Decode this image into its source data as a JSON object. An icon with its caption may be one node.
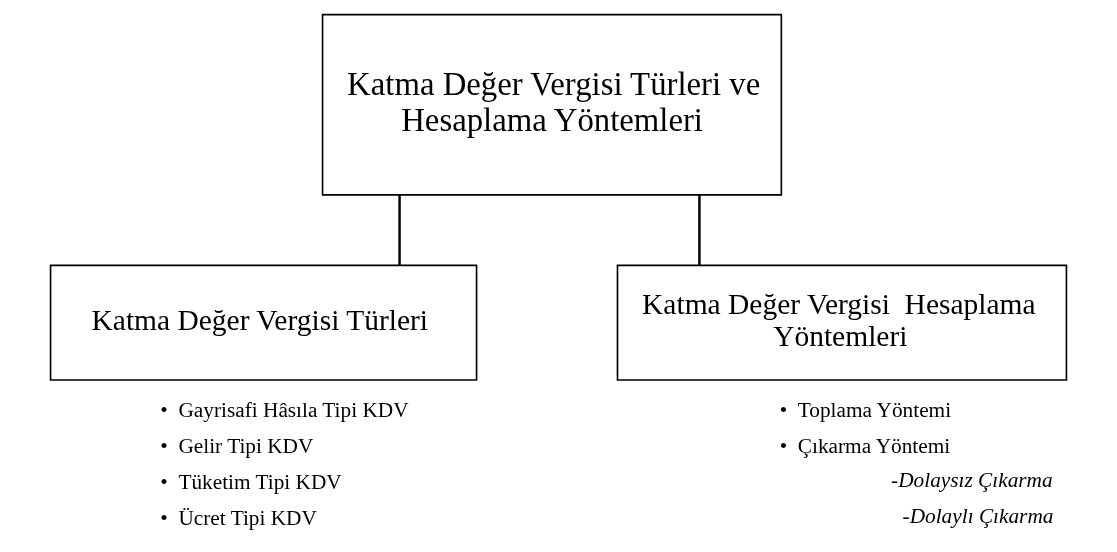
{
  "diagram": {
    "nodes": [
      {
        "text": [
          "Katma Değer Vergisi Türleri ve Hesaplama Yöntemleri"
        ]
      },
      {
        "text": [
          "Katma Değer Vergisi Türleri"
        ],
        "beside": [
          "•  Gayrisafi Hâsıla Tipi KDV",
          "•  Gelir Tipi KDV",
          "•  Tüketim Tipi KDV",
          "•  Ücret Tipi KDV"
        ]
      },
      {
        "text": [
          "Katma Değer Vergisi  Hesaplama Yöntemleri"
        ],
        "beside": [
          "•  Toplama Yöntemi",
          "•  Çıkarma Yöntemi",
          "*-Dolaysız Çıkarma*",
          "*-Dolaylı Çıkarma*"
        ]
      }
    ],
    "edges": [
      {
        "from": 0,
        "to": 1,
        "arrow": "none"
      },
      {
        "from": 0,
        "to": 2,
        "arrow": "none"
      }
    ]
  }
}
